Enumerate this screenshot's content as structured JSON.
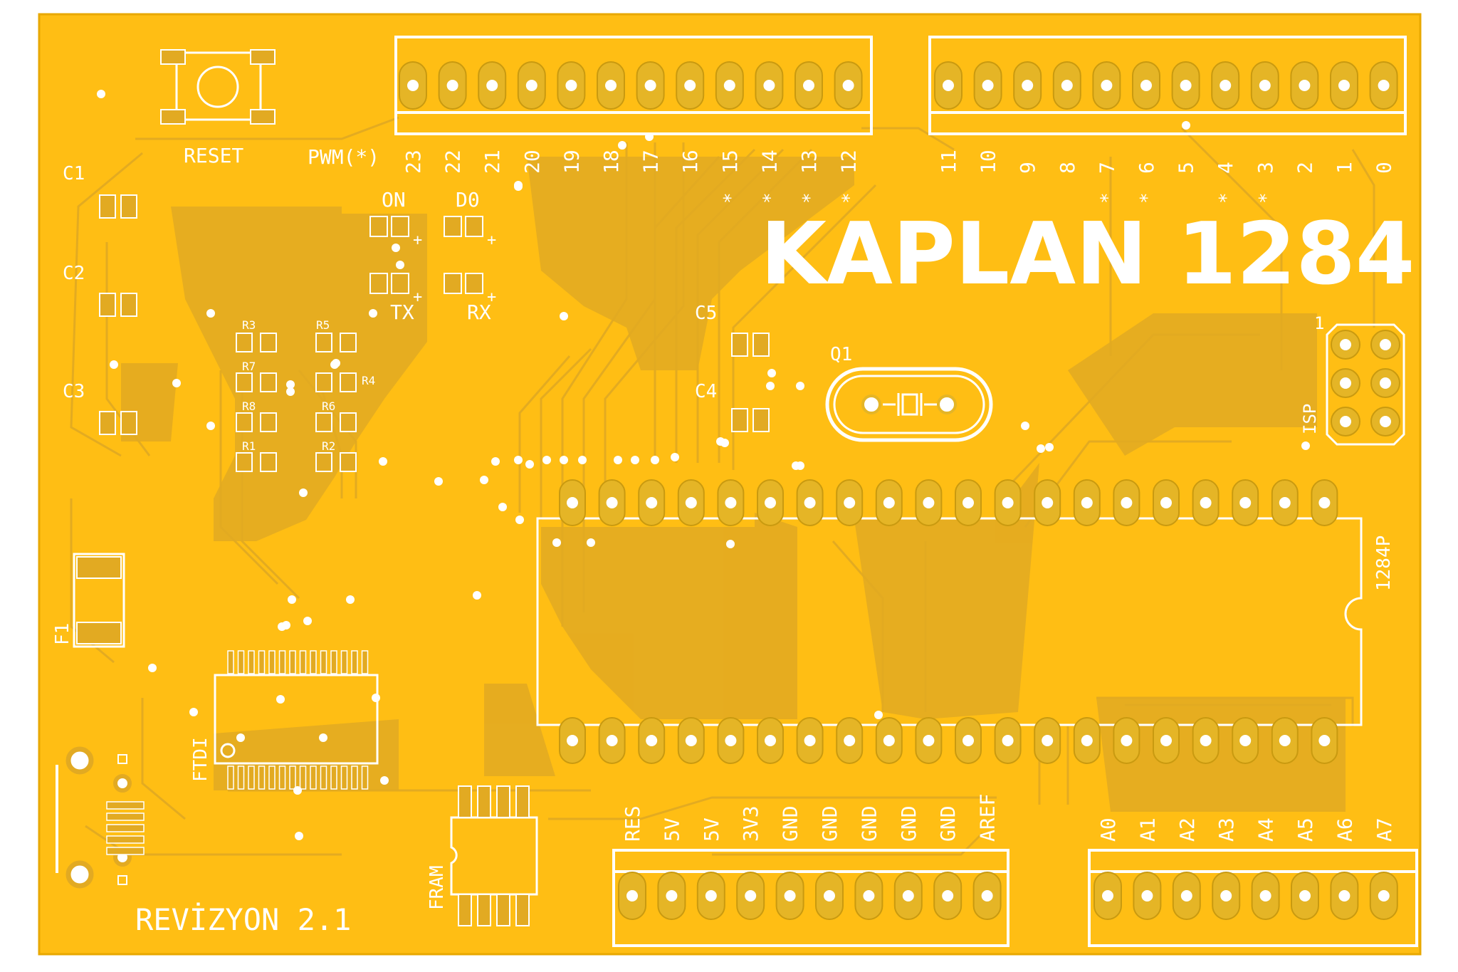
{
  "board": {
    "title": "KAPLAN 1284",
    "revision": "REVİZYON 2.1",
    "colors": {
      "board": "#FFBE14",
      "copper": "#E2AA22",
      "pad": "#E5B526",
      "silk": "#FFFFFF",
      "hole": "#FFFFFF"
    }
  },
  "labels": {
    "reset": "RESET",
    "pwm": "PWM(*)",
    "on": "ON",
    "d0": "D0",
    "tx": "TX",
    "rx": "RX",
    "q1": "Q1",
    "isp": "ISP",
    "isp_pin1": "1",
    "mcu": "1284P",
    "ftdi": "FTDI",
    "fram": "FRAM",
    "fuse": "F1",
    "plus": "+"
  },
  "components": {
    "capacitors": [
      "C1",
      "C2",
      "C3",
      "C4",
      "C5"
    ],
    "resistors": [
      "R3",
      "R5",
      "R7",
      "R4",
      "R8",
      "R6",
      "R1",
      "R2"
    ]
  },
  "headers": {
    "top_left": [
      "23",
      "22",
      "21",
      "20",
      "19",
      "18",
      "17",
      "16",
      "15",
      "14",
      "13",
      "12"
    ],
    "top_left_pwm": [
      "15",
      "14",
      "13",
      "12"
    ],
    "top_right": [
      "11",
      "10",
      "9",
      "8",
      "7",
      "6",
      "5",
      "4",
      "3",
      "2",
      "1",
      "0"
    ],
    "top_right_pwm": [
      "7",
      "6",
      "4",
      "3"
    ],
    "pwm_mark": "*",
    "power": [
      "RES",
      "5V",
      "5V",
      "3V3",
      "GND",
      "GND",
      "GND",
      "GND",
      "GND",
      "AREF"
    ],
    "analog": [
      "A0",
      "A1",
      "A2",
      "A3",
      "A4",
      "A5",
      "A6",
      "A7"
    ]
  }
}
